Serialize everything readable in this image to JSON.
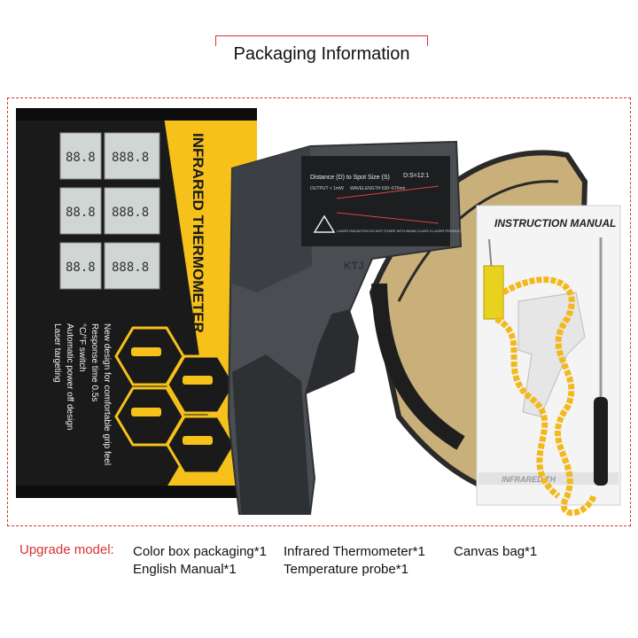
{
  "header": {
    "title": "Packaging Information"
  },
  "box": {
    "side_title": "INFRARED THERMOMETER",
    "features": [
      "New design for comfortable grip feel",
      "Response time 0.5s",
      "°C/°F switch",
      "Automatic power off design",
      "Laser targeting"
    ]
  },
  "thermometer": {
    "label_line1": "Distance (D) to Spot Size (S)",
    "label_ratio": "D:S=12:1",
    "label_line2": "OUTPUT < 1mW",
    "label_line3": "WAVELENGTH 630~670nm",
    "label_warning": "LASER RADIATION DO NOT STARE INTO BEAM CLASS II LASER PRODUCT",
    "brand": "KTJ"
  },
  "manual": {
    "title": "INSTRUCTION MANUAL",
    "bottom_text": "INFRARED TH"
  },
  "footer": {
    "upgrade_label": "Upgrade model:",
    "item1": "Color box packaging*1",
    "item2": "Infrared Thermometer*1",
    "item3": "Canvas bag*1",
    "item4": "English Manual*1",
    "item5": "Temperature probe*1"
  },
  "colors": {
    "accent": "#d8322e",
    "box_yellow": "#f5c11a",
    "box_black": "#1a1a1a",
    "bag": "#c9b07a",
    "probe_cable": "#f3b81c"
  }
}
